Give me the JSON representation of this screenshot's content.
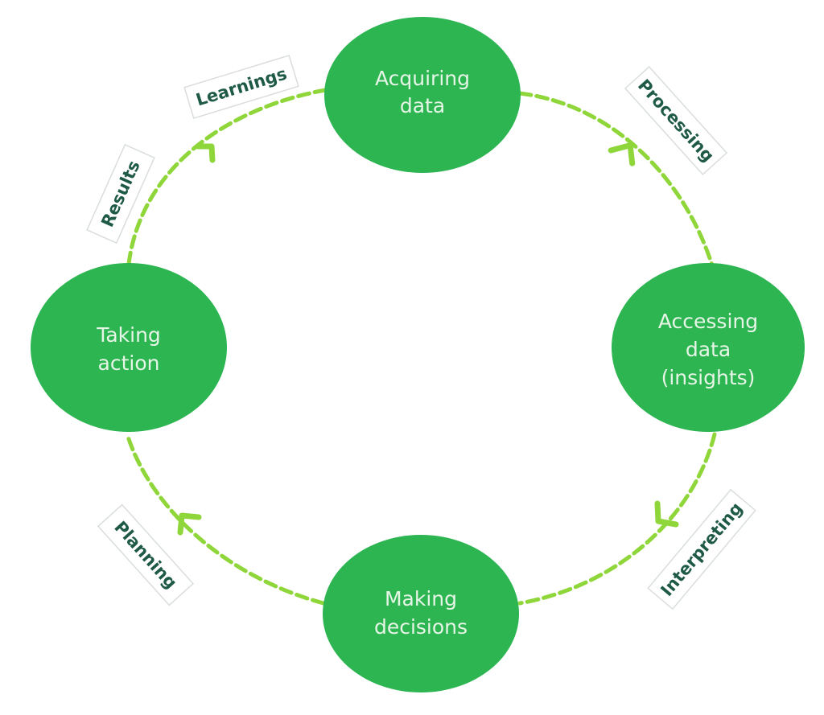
{
  "colors": {
    "node_fill": "#2db552",
    "node_text": "#e6f5e6",
    "edge": "#8fd63a",
    "arrow": "#8fd63a",
    "label_text": "#1f5a46",
    "label_border": "#d9dedb"
  },
  "nodes": [
    {
      "id": "acquiring",
      "lines": [
        "Acquiring",
        "data"
      ]
    },
    {
      "id": "accessing",
      "lines": [
        "Accessing",
        "data",
        "(insights)"
      ]
    },
    {
      "id": "making",
      "lines": [
        "Making",
        "decisions"
      ]
    },
    {
      "id": "taking",
      "lines": [
        "Taking",
        "action"
      ]
    }
  ],
  "edges": [
    {
      "from": "acquiring",
      "to": "accessing",
      "label": "Processing"
    },
    {
      "from": "accessing",
      "to": "making",
      "label": "Interpreting"
    },
    {
      "from": "making",
      "to": "taking",
      "label": "Planning"
    },
    {
      "from": "taking",
      "to": "acquiring",
      "label": "Results"
    },
    {
      "from": "taking",
      "to": "acquiring",
      "label": "Learnings"
    }
  ],
  "icons": {
    "arrow": "chevron-arrow"
  }
}
